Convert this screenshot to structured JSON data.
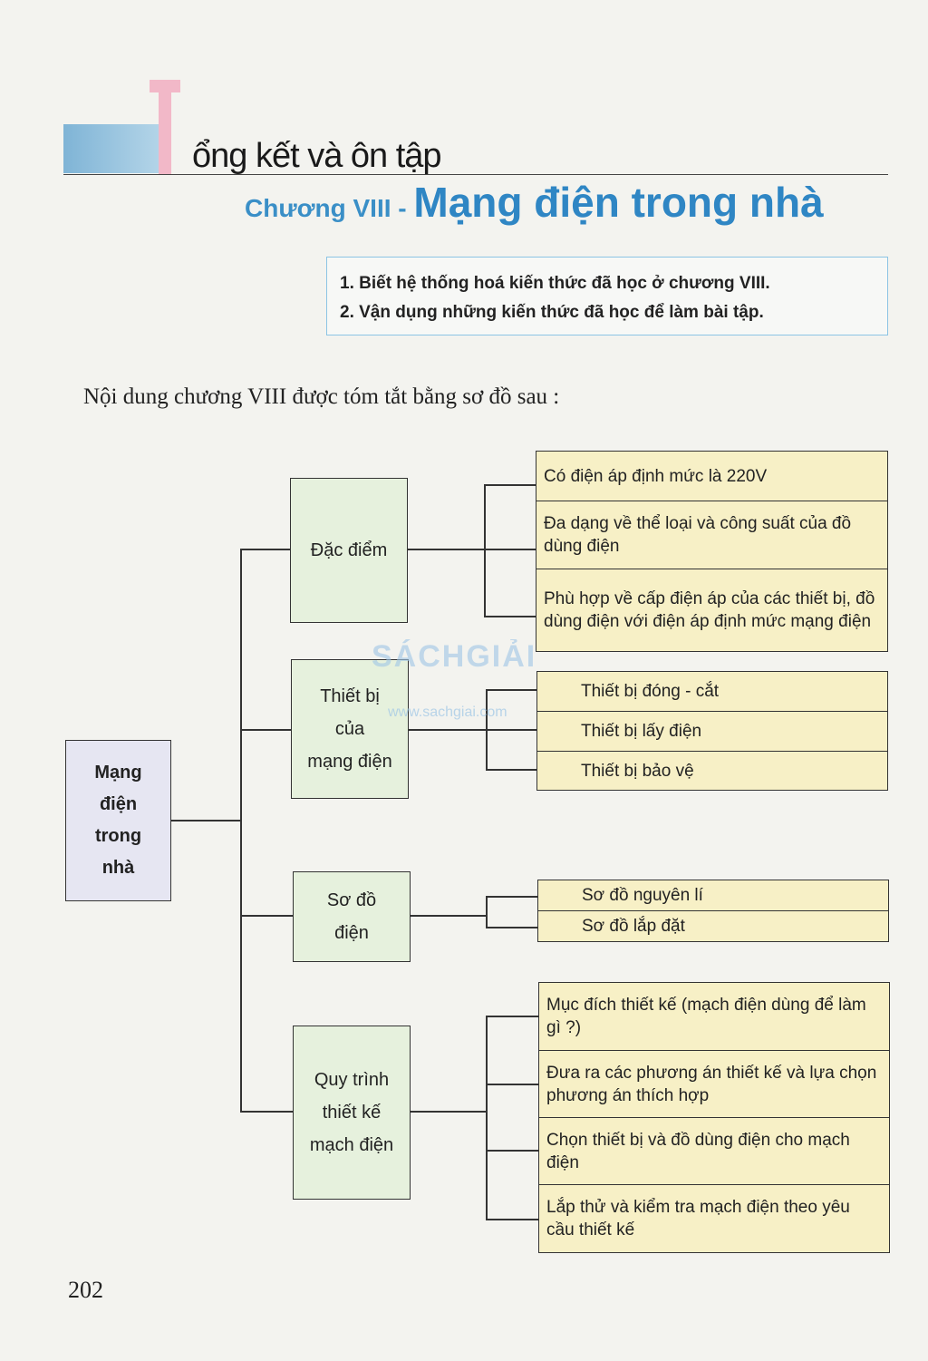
{
  "header": {
    "title": "ổng kết và ôn tập",
    "chapter_prefix": "Chương VIII - ",
    "chapter_title": "Mạng điện trong nhà"
  },
  "objectives": [
    "1. Biết hệ thống hoá kiến thức đã học ở chương VIII.",
    "2. Vận dụng những kiến thức đã học để làm bài tập."
  ],
  "intro": "Nội dung chương VIII được tóm tắt bằng sơ đồ sau :",
  "diagram": {
    "root": [
      "Mạng",
      "điện",
      "trong",
      "nhà"
    ],
    "branches": [
      {
        "label": [
          "Đặc điểm"
        ],
        "items": [
          "Có điện áp định mức là 220V",
          "Đa dạng về thể loại và công suất của đồ dùng điện",
          "Phù hợp về cấp điện áp của các thiết bị, đồ dùng điện với điện áp định mức mạng điện"
        ]
      },
      {
        "label": [
          "Thiết bị",
          "của",
          "mạng điện"
        ],
        "items": [
          "Thiết bị đóng - cắt",
          "Thiết bị lấy điện",
          "Thiết bị bảo vệ"
        ]
      },
      {
        "label": [
          "Sơ đồ",
          "điện"
        ],
        "items": [
          "Sơ đồ nguyên lí",
          "Sơ đồ lắp đặt"
        ]
      },
      {
        "label": [
          "Quy trình",
          "thiết kế",
          "mạch điện"
        ],
        "items": [
          "Mục đích thiết kế (mạch điện dùng để làm gì ?)",
          "Đưa ra các phương án thiết kế và lựa chọn phương án thích hợp",
          "Chọn thiết bị và đồ dùng điện cho mạch điện",
          "Lắp thử và kiểm tra mạch điện theo yêu cầu thiết kế"
        ]
      }
    ]
  },
  "watermark": {
    "brand": "SÁCHGIẢI",
    "url": "www.sachgiai.com"
  },
  "page_number": "202"
}
